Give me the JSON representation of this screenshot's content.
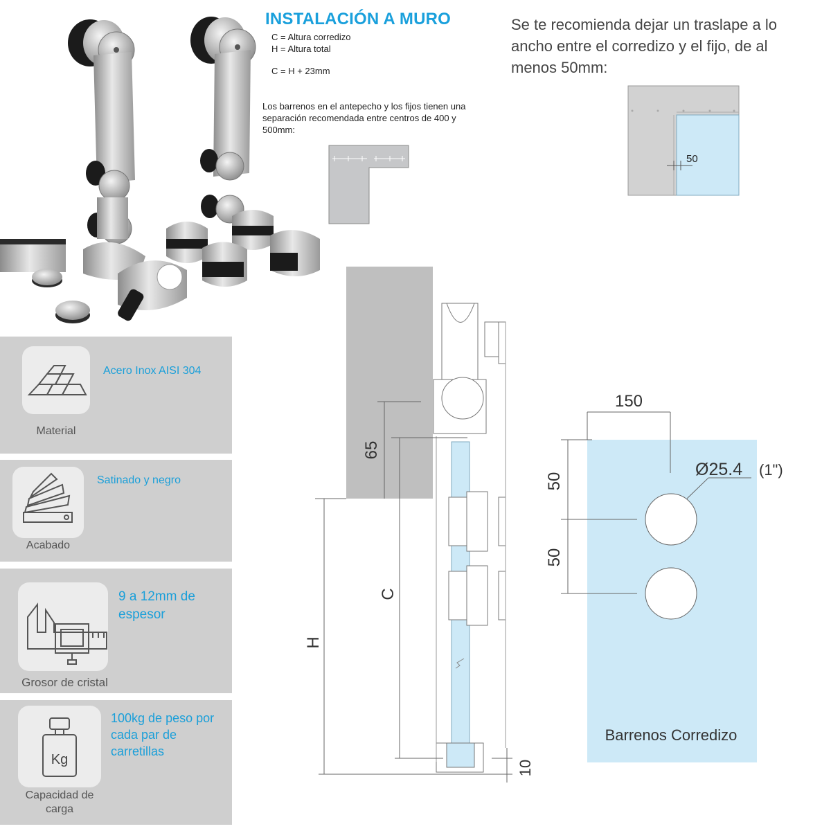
{
  "header": {
    "title": "INSTALACIÓN A MURO",
    "legend": [
      "C = Altura corredizo",
      "H = Altura total"
    ],
    "formula": "C = H + 23mm",
    "holes_note": "Los barrenos en el antepecho y los fijos tienen una separación recomendada entre centros de 400 y 500mm:",
    "recommendation": "Se te recomienda dejar un traslape a lo ancho entre el corredizo y el fijo, de al menos 50mm:",
    "overlap_value": "50"
  },
  "specs": [
    {
      "label": "Material",
      "value": "Acero Inox AISI 304",
      "icon": "steel-ingots-icon"
    },
    {
      "label": "Acabado",
      "value": "Satinado y negro",
      "icon": "color-swatches-icon"
    },
    {
      "label": "Grosor de cristal",
      "value": "9 a 12mm de espesor",
      "icon": "caliper-icon"
    },
    {
      "label": "Capacidad de carga",
      "value": "100kg de peso por cada par de carretillas",
      "icon": "weight-kg-icon",
      "icon_text": "Kg"
    }
  ],
  "side_diagram": {
    "dim_65": "65",
    "dim_c": "C",
    "dim_h": "H",
    "dim_10": "10"
  },
  "hole_diagram": {
    "width": "150",
    "spacing_1": "50",
    "spacing_2": "50",
    "diameter": "Ø25.4",
    "diameter_in": "(1\")",
    "caption": "Barrenos Corredizo"
  },
  "colors": {
    "accent": "#1aa0dc",
    "glass": "#cde9f7",
    "wall": "#c8c8c8",
    "card": "#cfcfcf"
  }
}
